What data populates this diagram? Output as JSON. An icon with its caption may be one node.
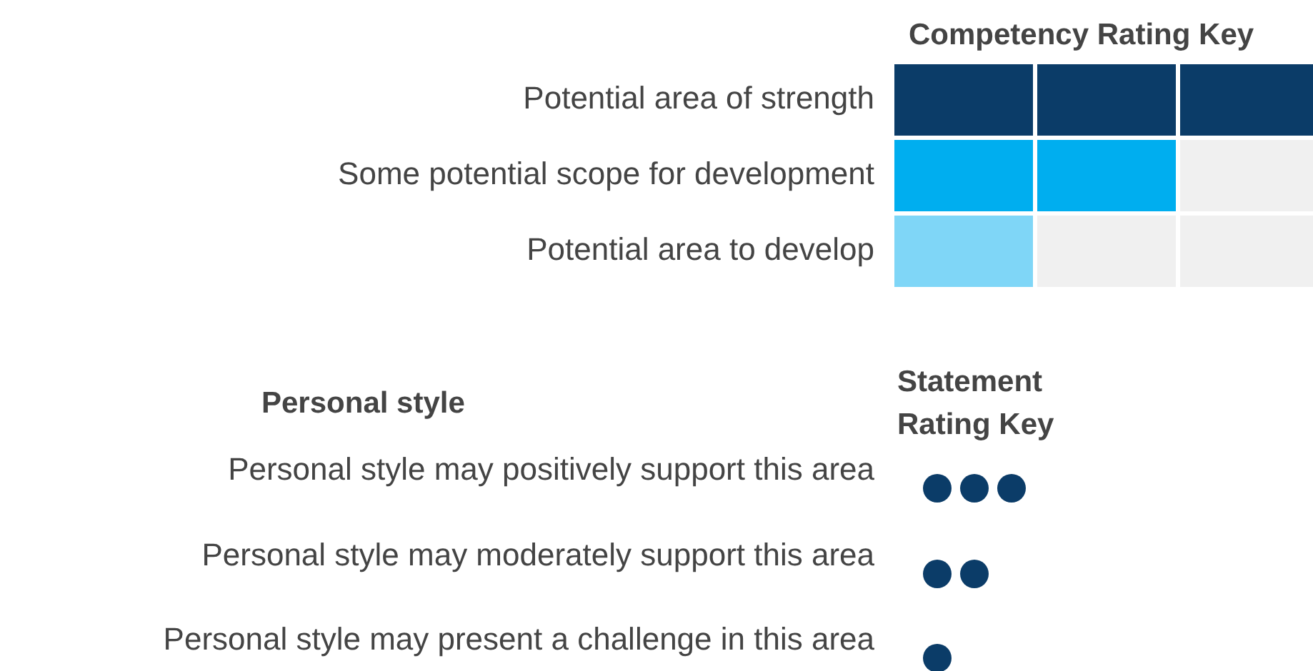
{
  "diagram": {
    "labels": [
      "Competency Rating Key",
      "Personal style",
      "Statement Rating Key"
    ],
    "legend": [
      {
        "text": "Potential area of strength",
        "color": "#0b3c68"
      },
      {
        "text": "Some potential scope for development",
        "color": "#00aeef"
      },
      {
        "text": "Potential area to develop",
        "color": "#7fd6f7"
      },
      {
        "text": "Personal style may positively support this area"
      },
      {
        "text": "Personal style may moderately support this area"
      },
      {
        "text": "Personal style may present a challenge in this area"
      }
    ]
  }
}
